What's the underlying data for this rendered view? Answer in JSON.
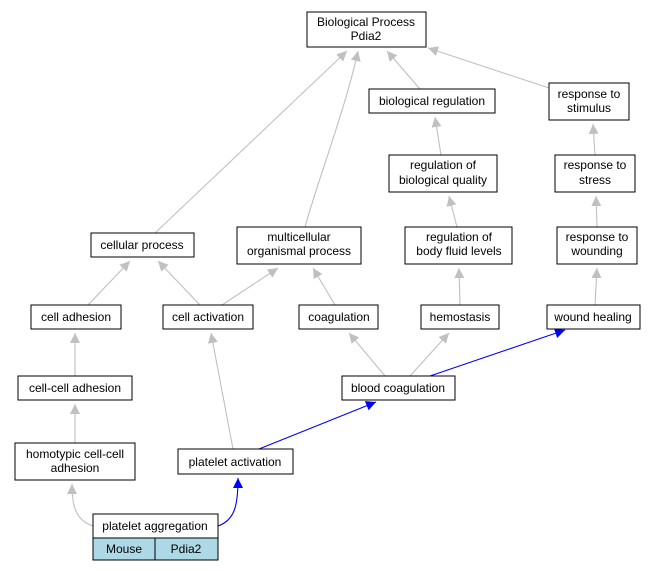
{
  "colors": {
    "edge_gray": "#c0c0c0",
    "edge_blue": "#0000ff",
    "node_fill": "#ffffff",
    "node_stroke": "#000000",
    "table_fill": "#add8e6"
  },
  "nodes": {
    "root": [
      "Biological Process",
      "Pdia2"
    ],
    "biological_regulation": [
      "biological regulation"
    ],
    "response_to_stimulus": [
      "response to",
      "stimulus"
    ],
    "regulation_of_biological_quality": [
      "regulation of",
      "biological quality"
    ],
    "response_to_stress": [
      "response to",
      "stress"
    ],
    "cellular_process": [
      "cellular process"
    ],
    "multicellular_organismal_process": [
      "multicellular",
      "organismal process"
    ],
    "regulation_of_body_fluid_levels": [
      "regulation of",
      "body fluid levels"
    ],
    "response_to_wounding": [
      "response to",
      "wounding"
    ],
    "cell_adhesion": [
      "cell adhesion"
    ],
    "cell_activation": [
      "cell activation"
    ],
    "coagulation": [
      "coagulation"
    ],
    "hemostasis": [
      "hemostasis"
    ],
    "wound_healing": [
      "wound healing"
    ],
    "cell_cell_adhesion": [
      "cell-cell adhesion"
    ],
    "blood_coagulation": [
      "blood coagulation"
    ],
    "homotypic_cell_cell_adhesion": [
      "homotypic cell-cell",
      "adhesion"
    ],
    "platelet_activation": [
      "platelet activation"
    ],
    "platelet_aggregation": [
      "platelet aggregation"
    ]
  },
  "table": {
    "species": "Mouse",
    "gene": "Pdia2"
  },
  "edges": [
    {
      "from": "biological_regulation",
      "to": "root",
      "color": "gray"
    },
    {
      "from": "response_to_stimulus",
      "to": "root",
      "color": "gray"
    },
    {
      "from": "cellular_process",
      "to": "root",
      "color": "gray"
    },
    {
      "from": "multicellular_organismal_process",
      "to": "root",
      "color": "gray"
    },
    {
      "from": "regulation_of_biological_quality",
      "to": "biological_regulation",
      "color": "gray"
    },
    {
      "from": "response_to_stress",
      "to": "response_to_stimulus",
      "color": "gray"
    },
    {
      "from": "regulation_of_body_fluid_levels",
      "to": "regulation_of_biological_quality",
      "color": "gray"
    },
    {
      "from": "response_to_wounding",
      "to": "response_to_stress",
      "color": "gray"
    },
    {
      "from": "cell_adhesion",
      "to": "cellular_process",
      "color": "gray"
    },
    {
      "from": "cell_activation",
      "to": "cellular_process",
      "color": "gray"
    },
    {
      "from": "cell_activation",
      "to": "multicellular_organismal_process",
      "color": "gray"
    },
    {
      "from": "coagulation",
      "to": "multicellular_organismal_process",
      "color": "gray"
    },
    {
      "from": "hemostasis",
      "to": "regulation_of_body_fluid_levels",
      "color": "gray"
    },
    {
      "from": "wound_healing",
      "to": "response_to_wounding",
      "color": "gray"
    },
    {
      "from": "cell_cell_adhesion",
      "to": "cell_adhesion",
      "color": "gray"
    },
    {
      "from": "blood_coagulation",
      "to": "coagulation",
      "color": "gray"
    },
    {
      "from": "blood_coagulation",
      "to": "hemostasis",
      "color": "gray"
    },
    {
      "from": "blood_coagulation",
      "to": "wound_healing",
      "color": "blue"
    },
    {
      "from": "homotypic_cell_cell_adhesion",
      "to": "cell_cell_adhesion",
      "color": "gray"
    },
    {
      "from": "platelet_activation",
      "to": "cell_activation",
      "color": "gray"
    },
    {
      "from": "platelet_activation",
      "to": "blood_coagulation",
      "color": "blue"
    },
    {
      "from": "platelet_aggregation",
      "to": "homotypic_cell_cell_adhesion",
      "color": "gray"
    },
    {
      "from": "platelet_aggregation",
      "to": "platelet_activation",
      "color": "blue"
    }
  ]
}
